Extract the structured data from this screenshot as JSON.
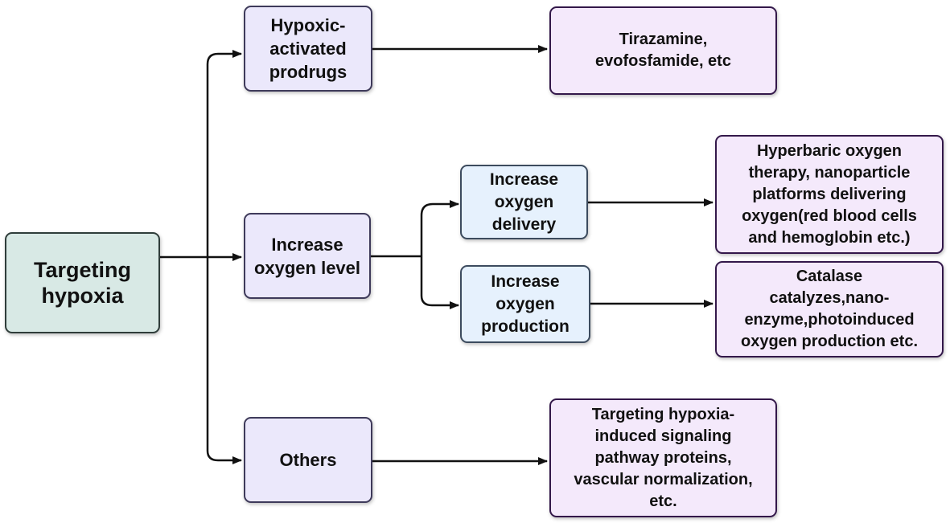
{
  "nodes": {
    "root": {
      "lines": [
        "Targeting",
        "hypoxia"
      ]
    },
    "hypoxic_prodrugs": {
      "lines": [
        "Hypoxic-",
        "activated",
        "prodrugs"
      ]
    },
    "increase_oxygen_level": {
      "lines": [
        "Increase",
        "oxygen level"
      ]
    },
    "others": {
      "lines": [
        "Others"
      ]
    },
    "increase_oxygen_delivery": {
      "lines": [
        "Increase",
        "oxygen",
        "delivery"
      ]
    },
    "increase_oxygen_production": {
      "lines": [
        "Increase",
        "oxygen",
        "production"
      ]
    },
    "tirazamine": {
      "lines": [
        "Tirazamine,",
        "evofosfamide, etc"
      ]
    },
    "hyperbaric": {
      "lines": [
        "Hyperbaric oxygen",
        "therapy, nanoparticle",
        "platforms delivering",
        "oxygen(red blood cells",
        "and hemoglobin etc.)"
      ]
    },
    "catalase": {
      "lines": [
        "Catalase",
        "catalyzes,nano-",
        "enzyme,photoinduced",
        "oxygen production etc."
      ]
    },
    "signaling": {
      "lines": [
        "Targeting hypoxia-",
        "induced signaling",
        "pathway proteins,",
        "vascular normalization,",
        "etc."
      ]
    }
  },
  "colors": {
    "root_fill": "#d8e9e5",
    "category_fill": "#ebe8fb",
    "subcategory_fill": "#e6f1fd",
    "example_fill": "#f4e9fb",
    "connector": "#111111"
  }
}
